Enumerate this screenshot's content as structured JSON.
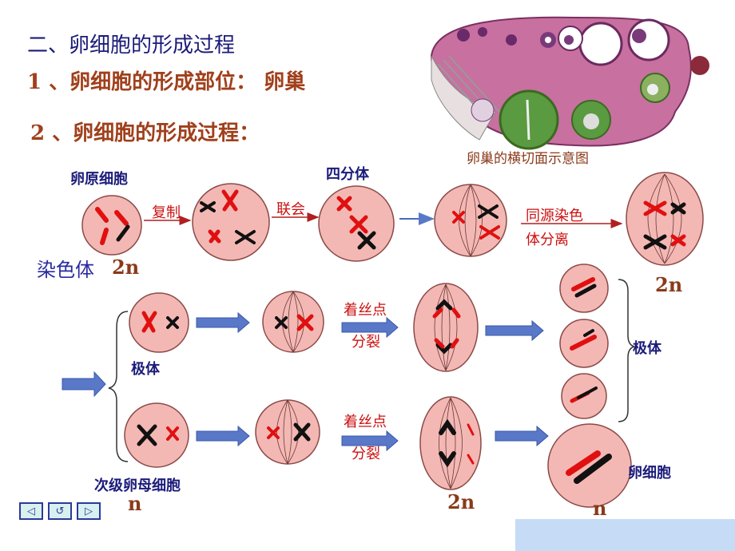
{
  "heading": {
    "title": "二、卵细胞的形成过程",
    "site": "1 、卵细胞的形成部位： 卵巢",
    "process": "2 、卵细胞的形成过程："
  },
  "ovary_caption": "卵巢的横切面示意图",
  "stages": {
    "oogonium": "卵原细胞",
    "tetrad": "四分体",
    "secondary_oocyte": "次级卵母细胞",
    "first_polar_body": "极体",
    "polar_bodies": "极体",
    "egg": "卵细胞"
  },
  "arrows": {
    "replication": "复制",
    "synapsis": "联会",
    "homolog_sep_1": "同源染色",
    "homolog_sep_2": "体分离",
    "centromere_1a": "着丝点",
    "centromere_1b": "分裂",
    "centromere_2a": "着丝点",
    "centromere_2b": "分裂"
  },
  "chromosome_label": "染色体",
  "ploidy": {
    "start": "2n",
    "primary": "2n",
    "secondary": "n",
    "after_split": "2n",
    "egg": "n"
  },
  "nav": [
    "◁",
    "↺",
    "▷"
  ],
  "colors": {
    "cell": "#f4b8b4",
    "cell_edge": "#8a4a48",
    "chrom_red": "#e01010",
    "chrom_black": "#111111",
    "arrow": "#5a78c8"
  }
}
